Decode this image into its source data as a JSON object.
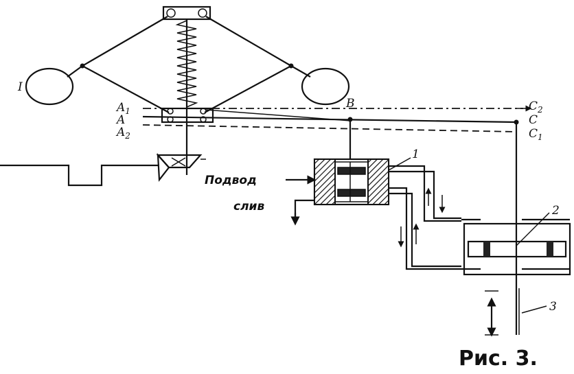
{
  "diagram": {
    "labels": {
      "weight_left": "I",
      "point_a1": "A1",
      "point_a": "A",
      "point_a2": "A2",
      "point_b": "B",
      "point_c2": "C2",
      "point_c": "C",
      "point_c1": "C1",
      "supply": "Подвод",
      "drain": "слив",
      "part_1": "1",
      "part_2": "2",
      "part_3": "3",
      "caption": "Рис. 3."
    }
  }
}
